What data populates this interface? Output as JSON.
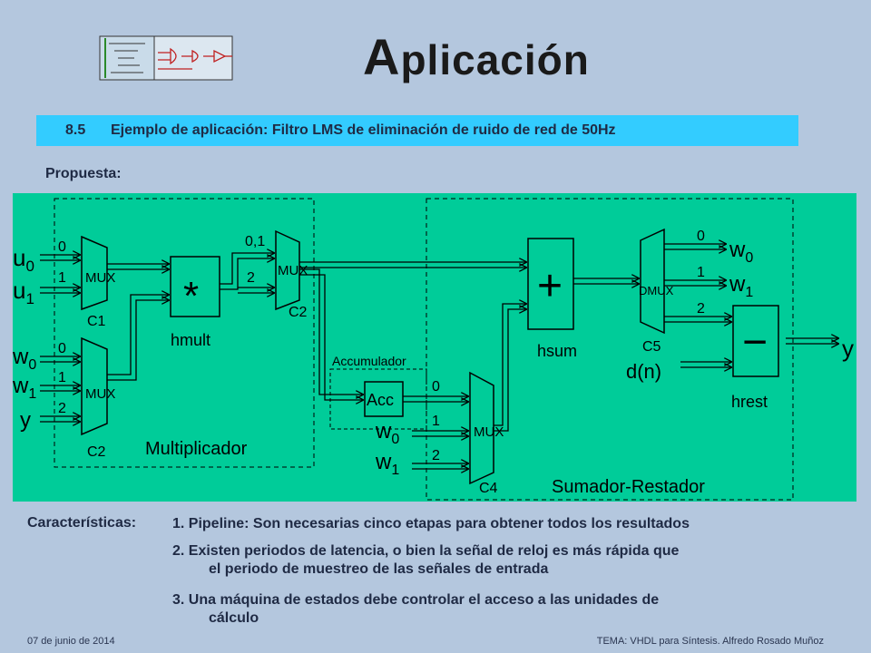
{
  "title": {
    "first": "A",
    "rest": "plicación"
  },
  "section": {
    "number": "8.5",
    "text": "Ejemplo de aplicación: Filtro LMS de eliminación de ruido de red de 50Hz"
  },
  "proposal_label": "Propuesta:",
  "diagram": {
    "colors": {
      "background": "#00cc99",
      "lines": "#000000"
    },
    "blocks": {
      "multiplier_region": "Multiplicador",
      "adder_region": "Sumador-Restador",
      "mux1": "MUX",
      "mux1_ctrl": "C1",
      "mux2": "MUX",
      "mux2_ctrl": "C2",
      "mux3": "MUX",
      "mux3_ctrl": "C2",
      "mult_symbol": "*",
      "mult_name": "hmult",
      "acc_box": "Acc",
      "acc_title": "Accumulador",
      "mux4": "MUX",
      "mux4_ctrl": "C4",
      "sum_symbol": "+",
      "sum_name": "hsum",
      "dmux": "DMUX",
      "dmux_ctrl": "C5",
      "sub_symbol": "−",
      "sub_name": "hrest"
    },
    "inputs": {
      "u0": "u",
      "u0_sub": "0",
      "u1": "u",
      "u1_sub": "1",
      "w0": "w",
      "w0_sub": "0",
      "w1": "w",
      "w1_sub": "1",
      "y": "y",
      "w0b": "w",
      "w0b_sub": "0",
      "w1b": "w",
      "w1b_sub": "1",
      "dn": "d(n)"
    },
    "outputs": {
      "w0": "w",
      "w0_sub": "0",
      "w1": "w",
      "w1_sub": "1",
      "y": "y"
    },
    "port_labels": {
      "mux1_0": "0",
      "mux1_1": "1",
      "mux2_0": "0",
      "mux2_1": "1",
      "mux2_2": "2",
      "mux3_01": "0,1",
      "mux3_2": "2",
      "mux4_0": "0",
      "mux4_1": "1",
      "mux4_2": "2",
      "dmux_0": "0",
      "dmux_1": "1",
      "dmux_2": "2"
    }
  },
  "features": {
    "label": "Características:",
    "items": [
      {
        "text": "1. Pipeline: Son necesarias cinco etapas para obtener todos los resultados",
        "cont": ""
      },
      {
        "text": "2. Existen periodos de latencia, o bien la señal de reloj es más rápida que",
        "cont": "el periodo de muestreo de las señales de entrada"
      },
      {
        "text": "3. Una máquina de estados debe controlar el acceso a las unidades de",
        "cont": "cálculo"
      }
    ]
  },
  "footer": {
    "date": "07 de junio de 2014",
    "topic": "TEMA: VHDL para Síntesis. Alfredo Rosado Muñoz"
  }
}
